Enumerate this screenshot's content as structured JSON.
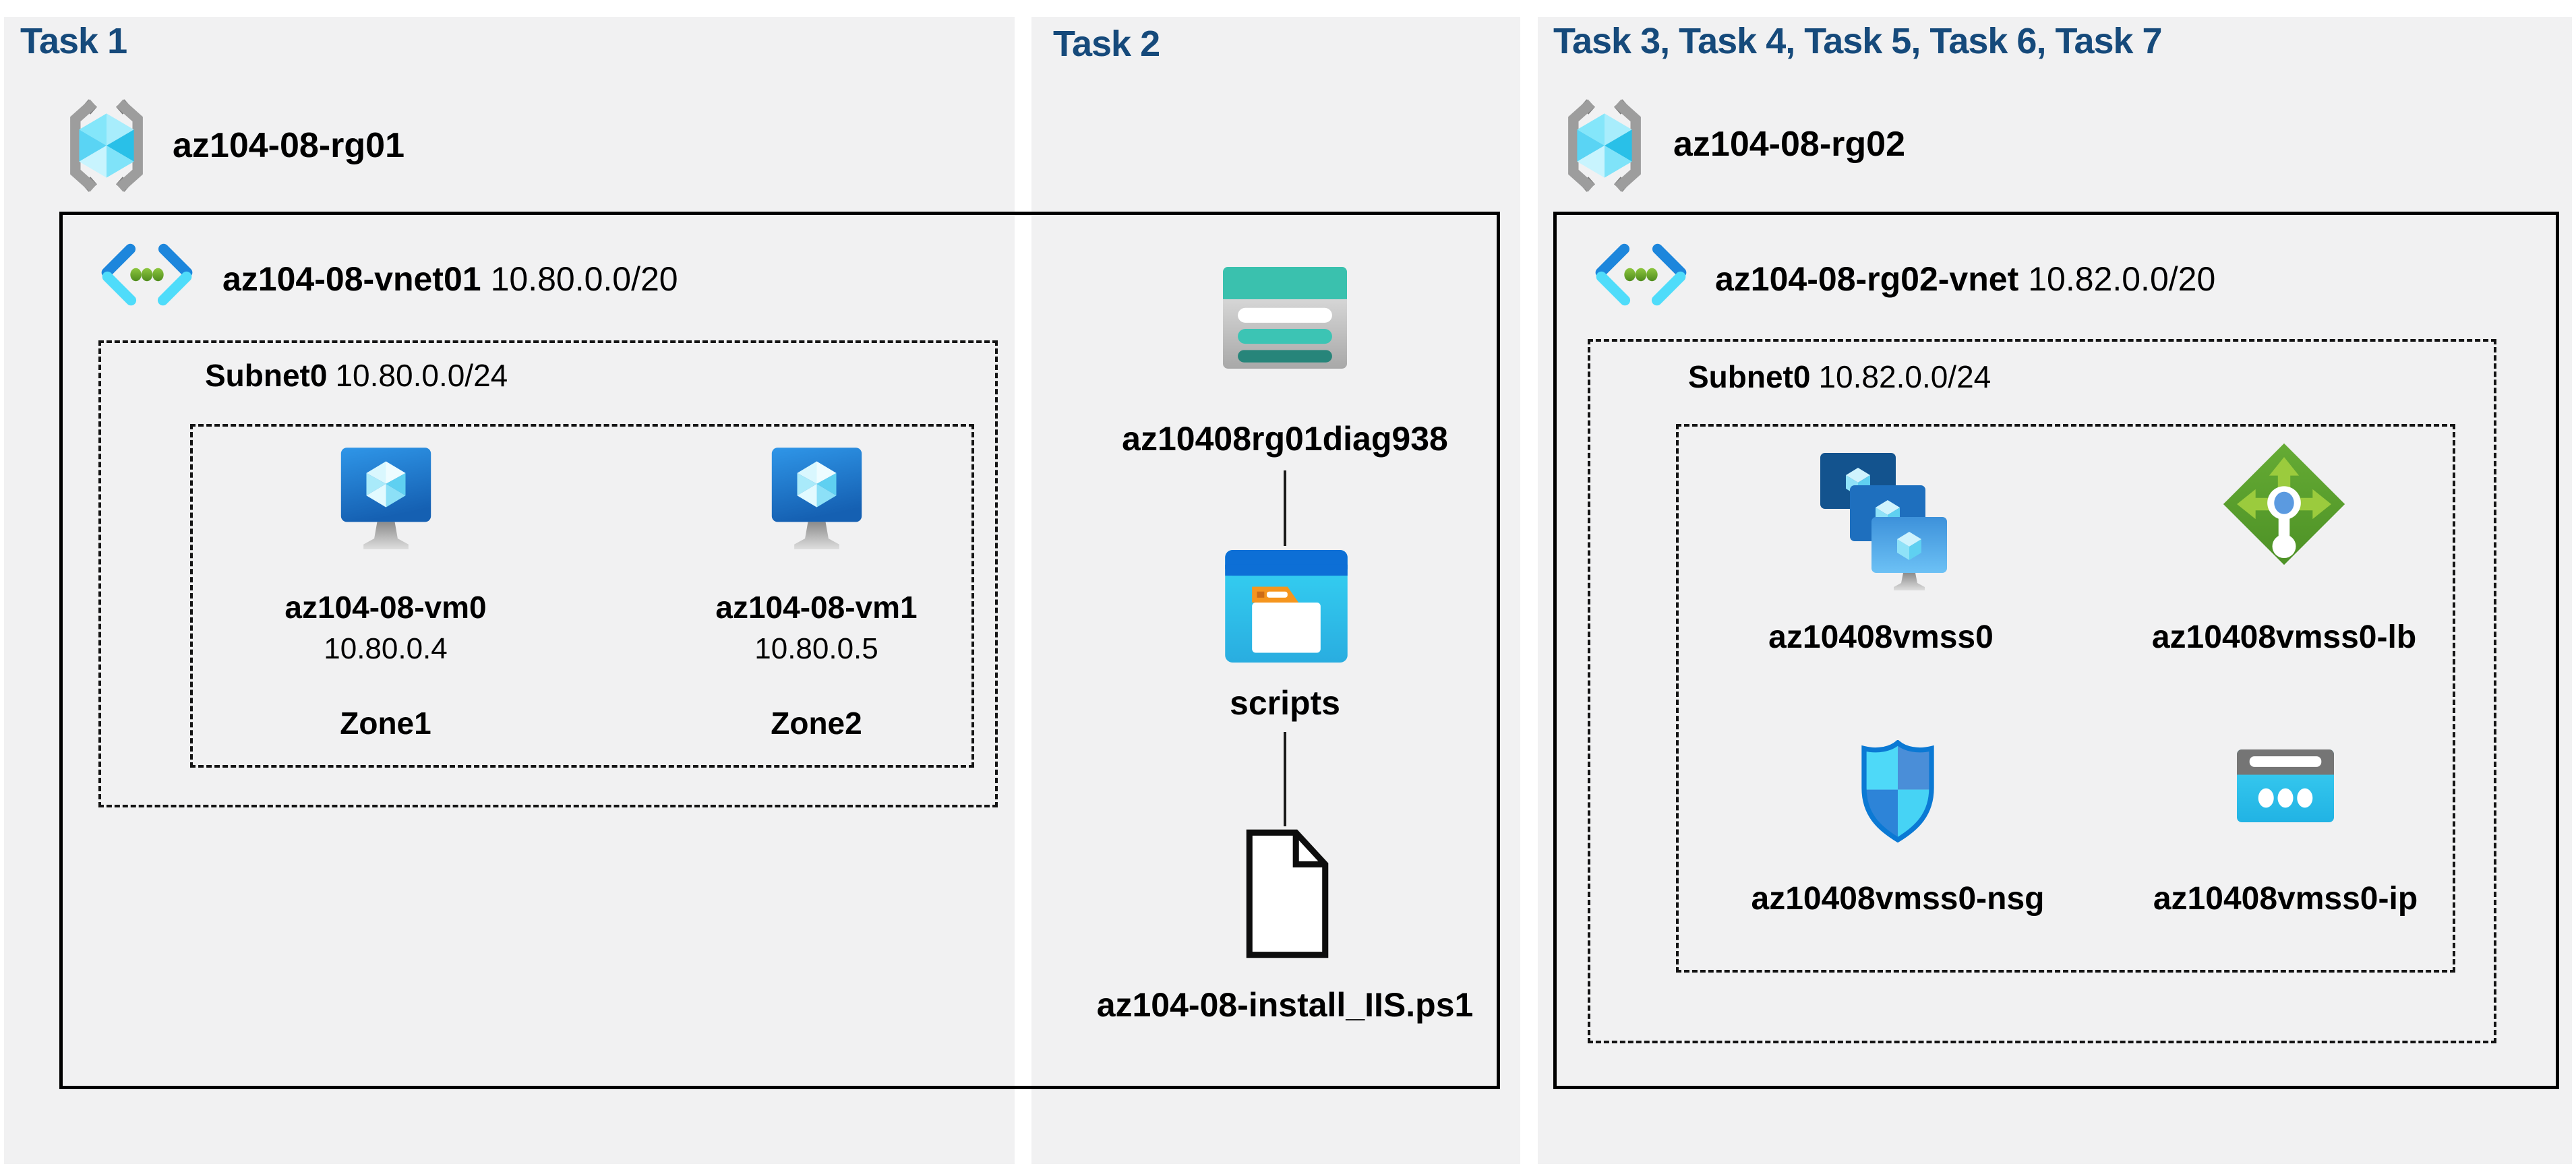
{
  "colors": {
    "page_bg": "#ffffff",
    "panel_bg": "#f1f1f2",
    "title": "#164a7b",
    "text": "#000000",
    "box_border": "#000000"
  },
  "panels": [
    {
      "title": "Task 1",
      "resource_group": {
        "name": "az104-08-rg01",
        "icon": "resource-group-icon"
      },
      "vnet": {
        "name": "az104-08-vnet01",
        "cidr": "10.80.0.0/20",
        "icon": "virtual-network-icon"
      },
      "subnet": {
        "name": "Subnet0",
        "cidr": "10.80.0.0/24"
      },
      "vms": [
        {
          "name": "az104-08-vm0",
          "ip": "10.80.0.4",
          "zone": "Zone1",
          "icon": "virtual-machine-icon"
        },
        {
          "name": "az104-08-vm1",
          "ip": "10.80.0.5",
          "zone": "Zone2",
          "icon": "virtual-machine-icon"
        }
      ]
    },
    {
      "title": "Task 2",
      "storage_account": {
        "name": "az10408rg01diag938",
        "icon": "storage-account-icon"
      },
      "container": {
        "name": "scripts",
        "icon": "blob-container-icon"
      },
      "file": {
        "name": "az104-08-install_IIS.ps1",
        "icon": "file-icon"
      }
    },
    {
      "title": "Task 3, Task 4, Task 5, Task 6, Task 7",
      "resource_group": {
        "name": "az104-08-rg02",
        "icon": "resource-group-icon"
      },
      "vnet": {
        "name": "az104-08-rg02-vnet",
        "cidr": "10.82.0.0/20",
        "icon": "virtual-network-icon"
      },
      "subnet": {
        "name": "Subnet0",
        "cidr": "10.82.0.0/24"
      },
      "resources": [
        {
          "name": "az10408vmss0",
          "icon": "vm-scale-set-icon"
        },
        {
          "name": "az10408vmss0-lb",
          "icon": "load-balancer-icon"
        },
        {
          "name": "az10408vmss0-nsg",
          "icon": "network-security-group-icon"
        },
        {
          "name": "az10408vmss0-ip",
          "icon": "public-ip-icon"
        }
      ]
    }
  ]
}
